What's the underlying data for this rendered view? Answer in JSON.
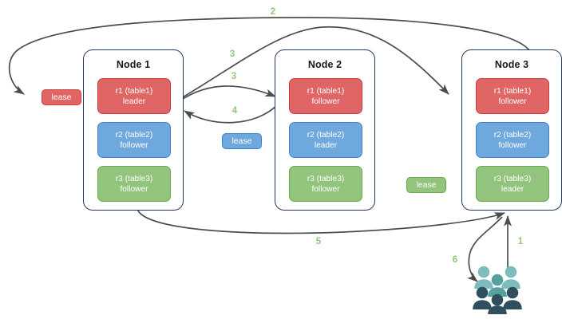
{
  "diagram": {
    "title": "distributed-replica-lease-diagram",
    "background": "#ffffff",
    "colors": {
      "red": "#e06666",
      "red_border": "#cc3c3c",
      "blue": "#6fa8dc",
      "blue_border": "#3d85c8",
      "green": "#93c47d",
      "green_border": "#6aa84f",
      "node_border": "#23395b",
      "arrow": "#4d4d4d",
      "label": "#8fc87a",
      "people_light": "#7fbdbd",
      "people_dark": "#2f4f5f"
    }
  },
  "nodes": [
    {
      "id": "node1",
      "title": "Node 1",
      "replicas": [
        {
          "name": "r1 (table1)",
          "role": "leader",
          "color": "red"
        },
        {
          "name": "r2 (table2)",
          "role": "follower",
          "color": "blue"
        },
        {
          "name": "r3 (table3)",
          "role": "follower",
          "color": "green"
        }
      ]
    },
    {
      "id": "node2",
      "title": "Node 2",
      "replicas": [
        {
          "name": "r1 (table1)",
          "role": "follower",
          "color": "red"
        },
        {
          "name": "r2 (table2)",
          "role": "leader",
          "color": "blue"
        },
        {
          "name": "r3 (table3)",
          "role": "follower",
          "color": "green"
        }
      ]
    },
    {
      "id": "node3",
      "title": "Node 3",
      "replicas": [
        {
          "name": "r1 (table1)",
          "role": "follower",
          "color": "red"
        },
        {
          "name": "r2 (table2)",
          "role": "follower",
          "color": "blue"
        },
        {
          "name": "r3 (table3)",
          "role": "leader",
          "color": "green"
        }
      ]
    }
  ],
  "leases": [
    {
      "id": "lease-r1",
      "label": "lease",
      "color": "red"
    },
    {
      "id": "lease-r2",
      "label": "lease",
      "color": "blue"
    },
    {
      "id": "lease-r3",
      "label": "lease",
      "color": "green"
    }
  ],
  "edge_labels": [
    {
      "id": "label-1",
      "text": "1"
    },
    {
      "id": "label-2",
      "text": "2"
    },
    {
      "id": "label-3a",
      "text": "3"
    },
    {
      "id": "label-3b",
      "text": "3"
    },
    {
      "id": "label-4",
      "text": "4"
    },
    {
      "id": "label-5",
      "text": "5"
    },
    {
      "id": "label-6",
      "text": "6"
    }
  ],
  "actor": {
    "id": "users-group",
    "icon": "people-group-icon"
  }
}
